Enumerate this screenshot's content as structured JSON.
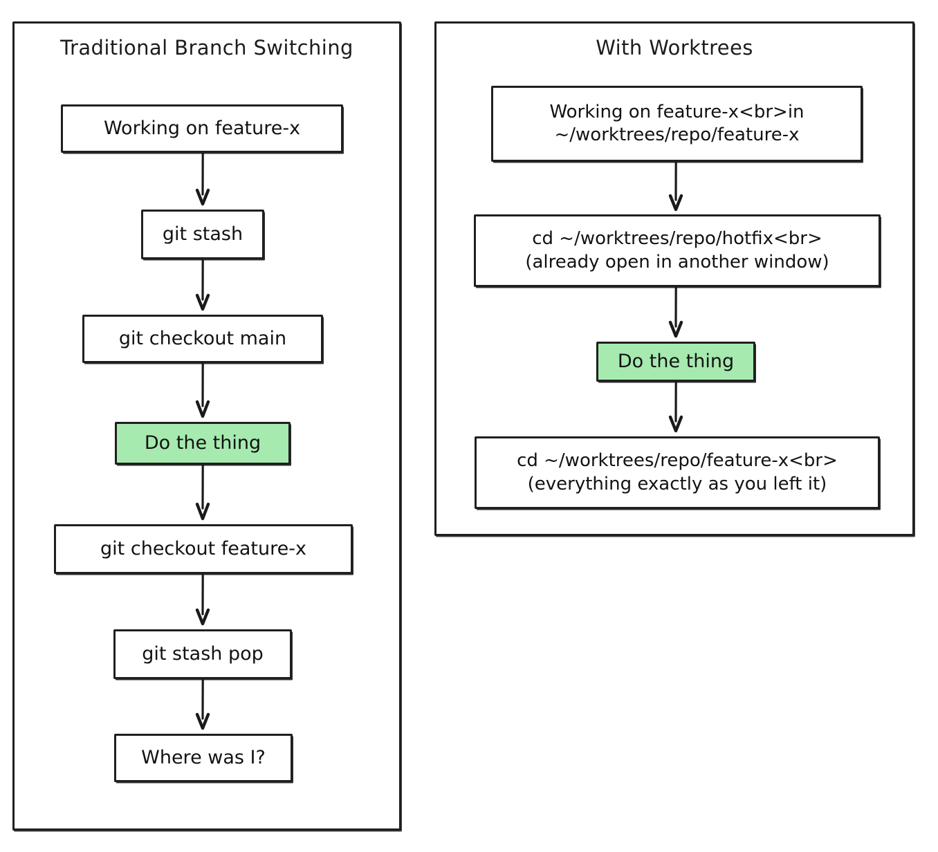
{
  "diagram": {
    "type": "flowchart",
    "direction": "TB",
    "background": "#ffffff",
    "stroke_color": "#1f1f1f",
    "text_color": "#121212",
    "highlight_color": "#a6eab0",
    "style": "hand-drawn"
  },
  "subgraphs": [
    {
      "id": "traditional",
      "title": "Traditional Branch Switching",
      "nodes": [
        {
          "id": "t1",
          "label": "Working on feature-x",
          "highlight": false
        },
        {
          "id": "t2",
          "label": "git stash",
          "highlight": false
        },
        {
          "id": "t3",
          "label": "git checkout main",
          "highlight": false
        },
        {
          "id": "t4",
          "label": "Do the thing",
          "highlight": true
        },
        {
          "id": "t5",
          "label": "git checkout feature-x",
          "highlight": false
        },
        {
          "id": "t6",
          "label": "git stash pop",
          "highlight": false
        },
        {
          "id": "t7",
          "label": "Where was I?",
          "highlight": false
        }
      ],
      "edges": [
        {
          "from": "t1",
          "to": "t2"
        },
        {
          "from": "t2",
          "to": "t3"
        },
        {
          "from": "t3",
          "to": "t4"
        },
        {
          "from": "t4",
          "to": "t5"
        },
        {
          "from": "t5",
          "to": "t6"
        },
        {
          "from": "t6",
          "to": "t7"
        }
      ]
    },
    {
      "id": "worktrees",
      "title": "With Worktrees",
      "nodes": [
        {
          "id": "w1",
          "label": "Working on feature-x<br>in\n~/worktrees/repo/feature-x",
          "highlight": false
        },
        {
          "id": "w2",
          "label": "cd ~/worktrees/repo/hotfix<br>\n(already open in another window)",
          "highlight": false
        },
        {
          "id": "w3",
          "label": "Do the thing",
          "highlight": true
        },
        {
          "id": "w4",
          "label": "cd ~/worktrees/repo/feature-x<br>\n(everything exactly as you left it)",
          "highlight": false
        }
      ],
      "edges": [
        {
          "from": "w1",
          "to": "w2"
        },
        {
          "from": "w2",
          "to": "w3"
        },
        {
          "from": "w3",
          "to": "w4"
        }
      ]
    }
  ]
}
